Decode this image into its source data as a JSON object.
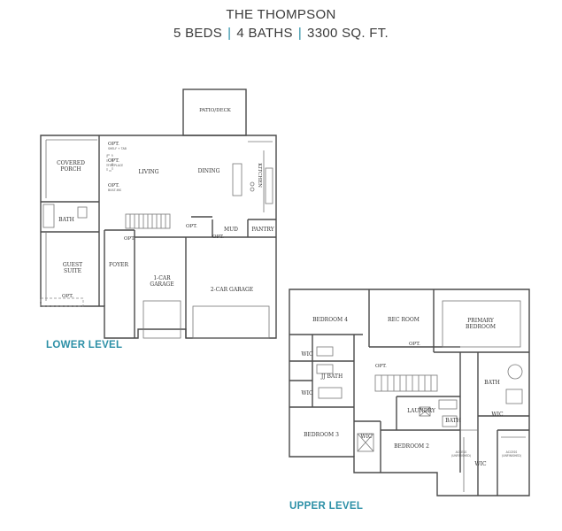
{
  "header": {
    "title": "THE THOMPSON",
    "beds": "5 BEDS",
    "baths": "4 BATHS",
    "sqft": "3300 SQ. FT.",
    "separator": "|"
  },
  "lower_level": {
    "label": "LOWER LEVEL",
    "rooms": {
      "patio": "PATIO/DECK",
      "porch1": "COVERED",
      "porch2": "PORCH",
      "living": "LIVING",
      "dining": "DINING",
      "kitchen": "KITCHEN",
      "bath": "BATH",
      "mud": "MUD",
      "pantry": "PANTRY",
      "guest1": "GUEST",
      "guest2": "SUITE",
      "foyer": "FOYER",
      "garage1a": "1-CAR",
      "garage1b": "GARAGE",
      "garage2": "2-CAR GARAGE",
      "opt": "OPT.",
      "opt_bottom": "OPT.",
      "fireplace": "FIREPLACE",
      "shelf": "SHELF + TAB",
      "built_in": "BUILT-INS"
    }
  },
  "upper_level": {
    "label": "UPPER LEVEL",
    "rooms": {
      "bed4": "BEDROOM 4",
      "rec": "REC ROOM",
      "primary1": "PRIMARY",
      "primary2": "BEDROOM",
      "wic_a": "WIC",
      "wic_b": "WIC",
      "wic_c": "WIC",
      "wic_d": "WIC",
      "wic_e": "WIC",
      "jj_bath": "JJ BATH",
      "bath_primary": "BATH",
      "bath_small": "BATH",
      "laundry": "LAUNDRY",
      "bed3": "BEDROOM 3",
      "bed2": "BEDROOM 2",
      "opt_a": "OPT.",
      "opt_b": "OPT.",
      "access1": "ACCESS",
      "unfinished1": "(UNFINISHED)",
      "access2": "ACCESS",
      "unfinished2": "(UNFINISHED)"
    }
  }
}
